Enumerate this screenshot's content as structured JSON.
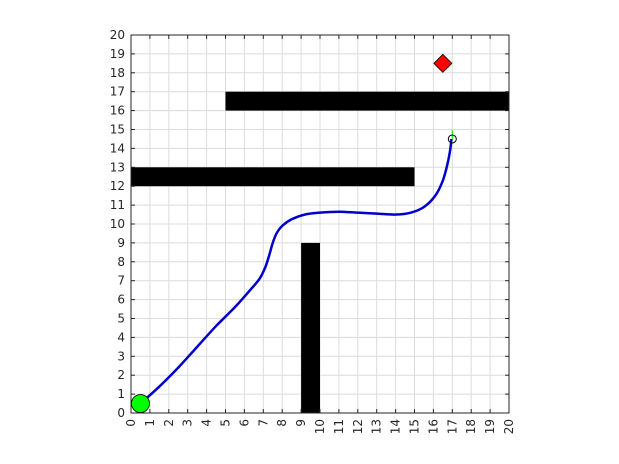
{
  "chart_data": {
    "type": "scatter",
    "xlim": [
      0,
      20
    ],
    "ylim": [
      0,
      20
    ],
    "xticks": [
      0,
      1,
      2,
      3,
      4,
      5,
      6,
      7,
      8,
      9,
      10,
      11,
      12,
      13,
      14,
      15,
      16,
      17,
      18,
      19,
      20
    ],
    "yticks": [
      0,
      1,
      2,
      3,
      4,
      5,
      6,
      7,
      8,
      9,
      10,
      11,
      12,
      13,
      14,
      15,
      16,
      17,
      18,
      19,
      20
    ],
    "grid": true,
    "obstacles": [
      {
        "x": [
          5,
          20
        ],
        "y": [
          16,
          17
        ]
      },
      {
        "x": [
          0,
          15
        ],
        "y": [
          12,
          13
        ]
      },
      {
        "x": [
          9,
          10
        ],
        "y": [
          0,
          9
        ]
      }
    ],
    "path": {
      "color": "#0000cc",
      "points": [
        [
          0.5,
          0.5
        ],
        [
          1.5,
          1.4
        ],
        [
          2.5,
          2.4
        ],
        [
          3.5,
          3.5
        ],
        [
          4.5,
          4.6
        ],
        [
          5.5,
          5.6
        ],
        [
          6.3,
          6.5
        ],
        [
          6.8,
          7.1
        ],
        [
          7.1,
          7.7
        ],
        [
          7.3,
          8.3
        ],
        [
          7.5,
          9.0
        ],
        [
          7.7,
          9.5
        ],
        [
          8.0,
          9.9
        ],
        [
          8.5,
          10.25
        ],
        [
          9.2,
          10.5
        ],
        [
          10.0,
          10.6
        ],
        [
          11.0,
          10.65
        ],
        [
          12.0,
          10.6
        ],
        [
          13.0,
          10.55
        ],
        [
          14.0,
          10.5
        ],
        [
          14.8,
          10.6
        ],
        [
          15.5,
          10.9
        ],
        [
          16.1,
          11.5
        ],
        [
          16.5,
          12.3
        ],
        [
          16.75,
          13.2
        ],
        [
          16.9,
          14.0
        ],
        [
          16.95,
          14.5
        ]
      ]
    },
    "start": {
      "x": 0.5,
      "y": 0.5,
      "color": "#00ff00"
    },
    "goal": {
      "x": 16.5,
      "y": 18.5,
      "color": "#ff0000"
    },
    "current": {
      "x": 17.0,
      "y": 14.5,
      "heading_color": "#00ff00"
    }
  }
}
